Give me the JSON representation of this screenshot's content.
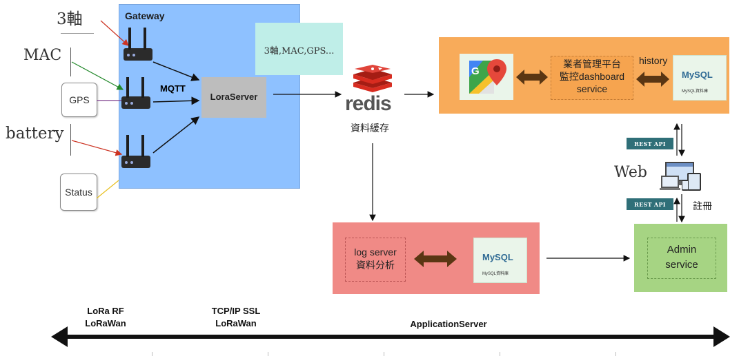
{
  "gateway": {
    "title": "Gateway",
    "mqtt": "MQTT",
    "lora_server": "LoraServer"
  },
  "payload_note": "3軸,MAC,GPS...",
  "sensors": {
    "axis": "3軸",
    "mac": "MAC",
    "gps": "GPS",
    "battery": "battery",
    "status": "Status"
  },
  "redis": {
    "logo": "redis",
    "caption": "資料緩存"
  },
  "dashboard": {
    "line1": "業者管理平台",
    "line2": "監控dashboard",
    "line3": "service",
    "history": "history"
  },
  "mysql": {
    "logo": "MySQL",
    "caption": "MySQL資料庫"
  },
  "log_server": {
    "line1": "log server",
    "line2": "資料分析"
  },
  "admin": {
    "line1": "Admin",
    "line2": "service"
  },
  "web": {
    "label": "Web",
    "register": "註冊",
    "rest_api_top": "REST API",
    "rest_api_bottom": "REST API"
  },
  "bottom": {
    "segment1_line1": "LoRa RF",
    "segment1_line2": "LoRaWan",
    "segment2_line1": "TCP/IP SSL",
    "segment2_line2": "LoRaWan",
    "segment3": "ApplicationServer"
  },
  "colors": {
    "gateway_panel": "#8ec1ff",
    "payload_box": "#bfeee8",
    "orange_panel": "#f8ab5a",
    "red_panel": "#f08a86",
    "green_panel": "#a6d483",
    "redis_red": "#d82c20",
    "rest_api": "#2f6f78"
  }
}
